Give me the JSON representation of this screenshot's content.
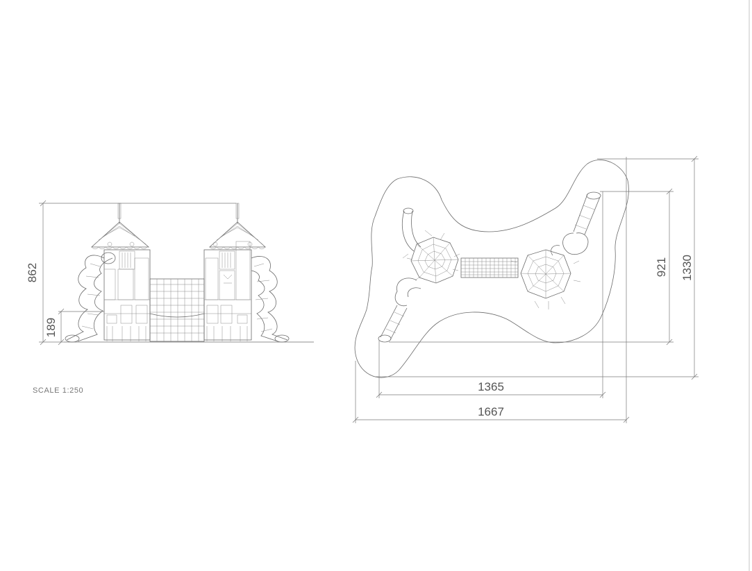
{
  "scale_label": "SCALE 1:250",
  "elevation": {
    "total_height_label": "862",
    "platform_height_label": "189"
  },
  "plan": {
    "inner_width_label": "1365",
    "outer_width_label": "1667",
    "inner_depth_label": "921",
    "outer_depth_label": "1330"
  }
}
